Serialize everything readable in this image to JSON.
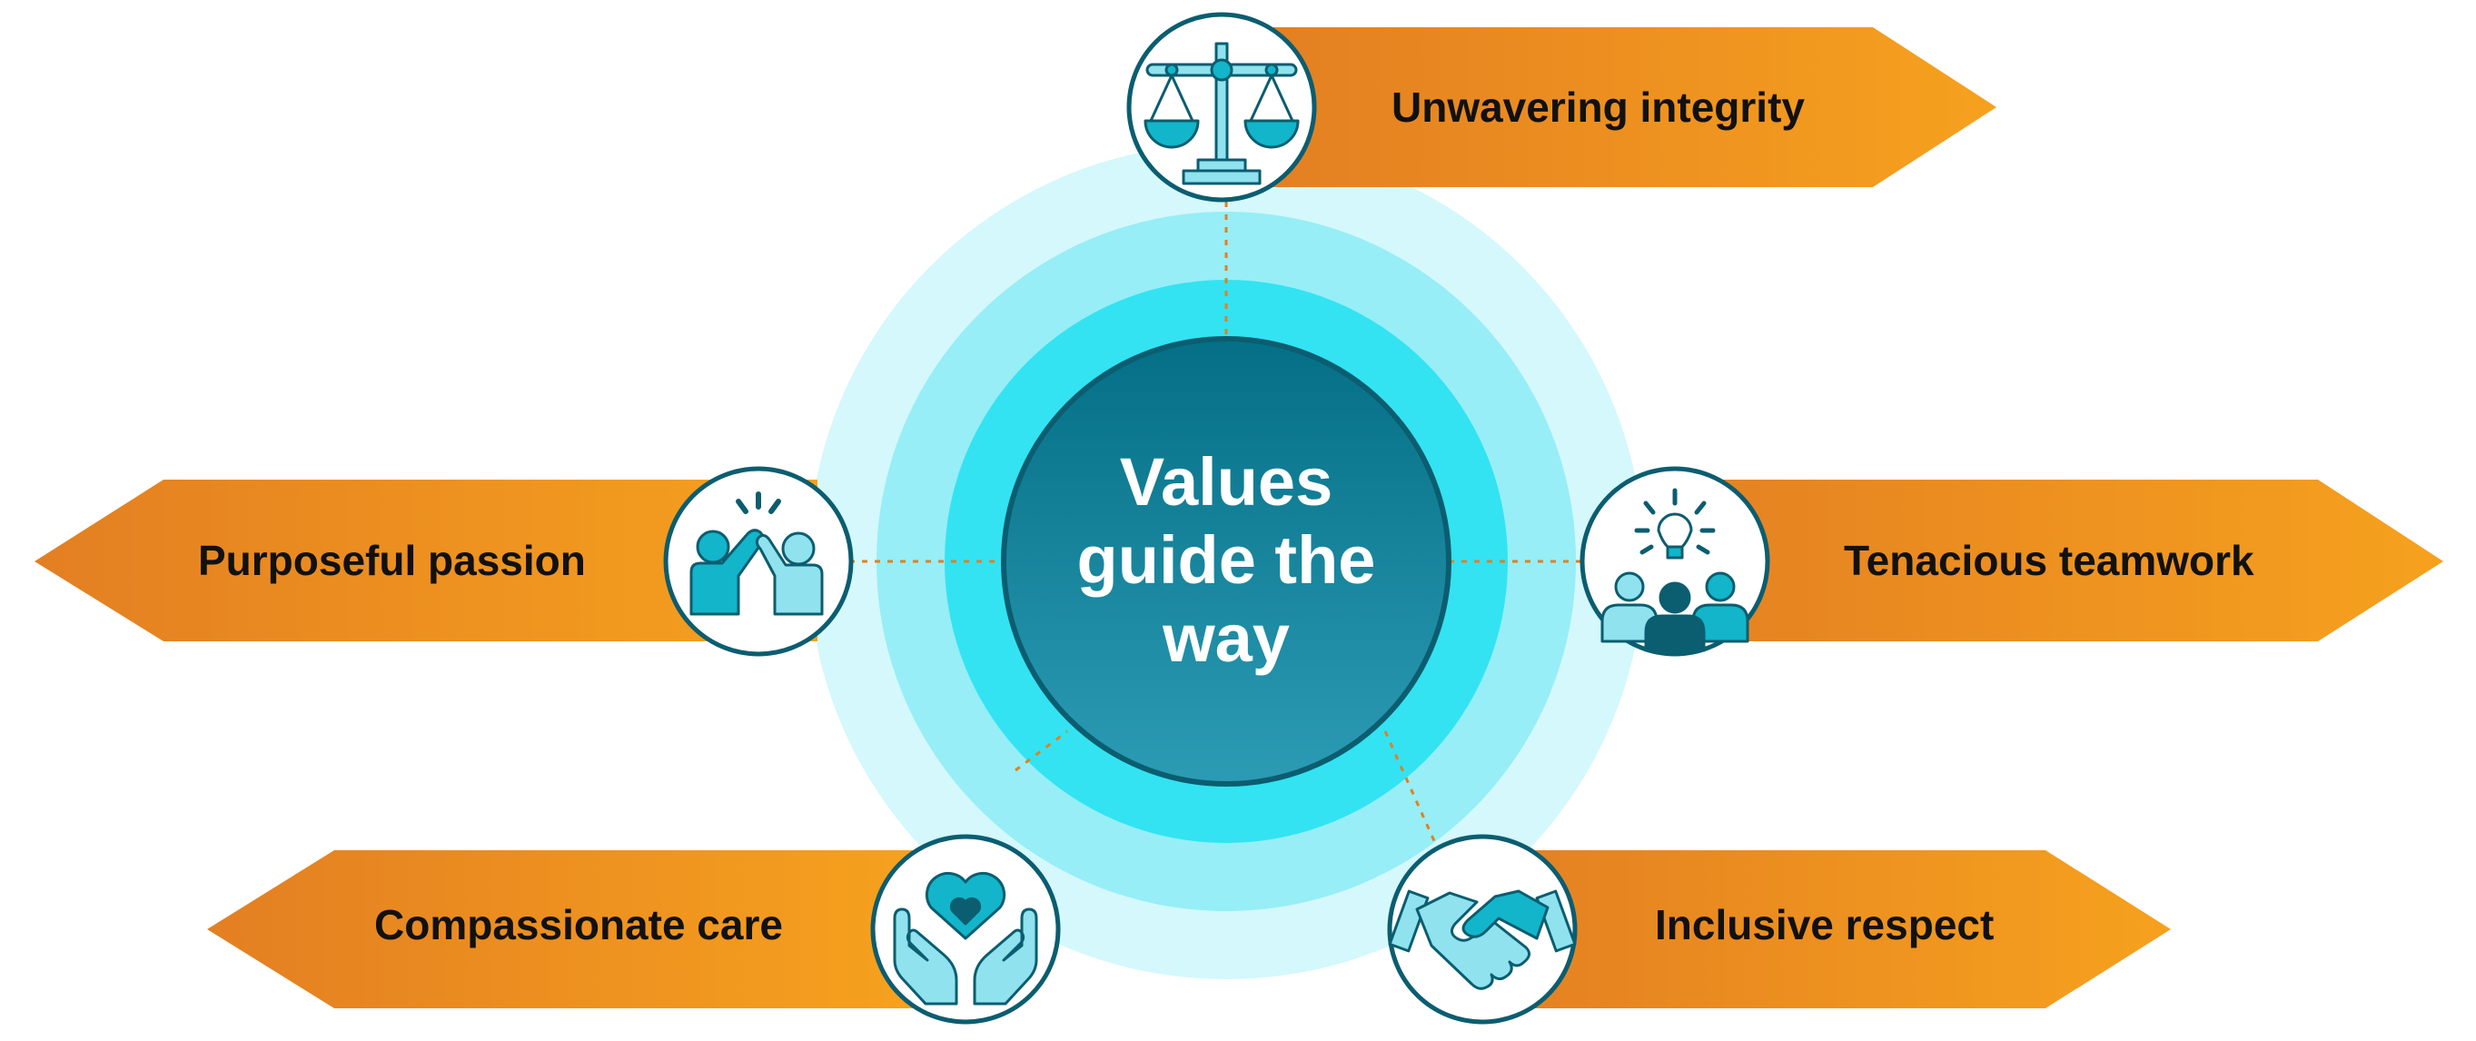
{
  "center": {
    "lines": [
      "Values",
      "guide the",
      "way"
    ]
  },
  "values": [
    {
      "id": "integrity",
      "label": "Unwavering integrity",
      "icon": "scales-of-justice-icon"
    },
    {
      "id": "passion",
      "label": "Purposeful passion",
      "icon": "high-five-icon"
    },
    {
      "id": "teamwork",
      "label": "Tenacious teamwork",
      "icon": "team-lightbulb-icon"
    },
    {
      "id": "care",
      "label": "Compassionate care",
      "icon": "heart-in-hands-icon"
    },
    {
      "id": "respect",
      "label": "Inclusive respect",
      "icon": "handshake-icon"
    }
  ],
  "colors": {
    "arrow_dark": "#E37F22",
    "arrow_light": "#F6A11E",
    "ring_outer": "#D4F8FC",
    "ring_middle": "#97EEF6",
    "ring_inner": "#33E3F2",
    "center_dark": "#046F86",
    "center_light": "#2C9BB4",
    "icon_border": "#0B5D70",
    "icon_teal": "#12B5C9",
    "icon_light": "#8FE2EE",
    "connector": "#E37F22"
  }
}
